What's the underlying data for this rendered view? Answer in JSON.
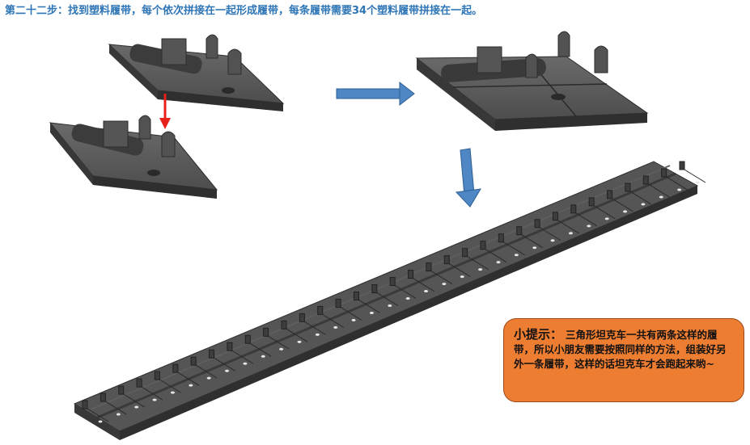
{
  "step": {
    "title": "第二十二步：找到塑料履带，每个依次拼接在一起形成履带，每条履带需要34个塑料履带拼接在一起。",
    "title_color": "#2e75b6"
  },
  "tip": {
    "label": "小提示：",
    "text": "三角形坦克车一共有两条这样的履带，所以小朋友需要按照同样的方法，组装好另外一条履带，这样的话坦克车才会跑起来哟~",
    "background": "#ed7d31"
  },
  "illustration": {
    "part_color": "#4a4a4a",
    "arrow_red": "#e8201a",
    "arrow_blue": "#4f87c4"
  }
}
